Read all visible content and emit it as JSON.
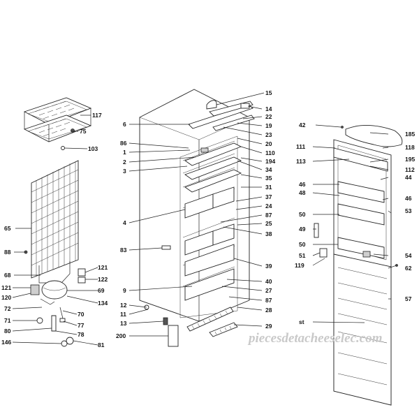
{
  "labels": {
    "l117": "117",
    "l75": "75",
    "l103": "103",
    "l65": "65",
    "l88": "88",
    "l68": "68",
    "l121a": "121",
    "l122": "122",
    "l121b": "121",
    "l120": "120",
    "l69": "69",
    "l134": "134",
    "l72": "72",
    "l70": "70",
    "l71": "71",
    "l77": "77",
    "l80": "80",
    "l78": "78",
    "l146": "146",
    "l81": "81",
    "l15": "15",
    "l14": "14",
    "l6": "6",
    "l22": "22",
    "l19": "19",
    "l86": "86",
    "l23": "23",
    "l20": "20",
    "l1": "1",
    "l110": "110",
    "l2": "2",
    "l194": "194",
    "l3": "3",
    "l34": "34",
    "l35": "35",
    "l31": "31",
    "l37": "37",
    "l4": "4",
    "l24": "24",
    "l87a": "87",
    "l25": "25",
    "l38": "38",
    "l83": "83",
    "l39": "39",
    "l9": "9",
    "l40": "40",
    "l27": "27",
    "l87b": "87",
    "l12": "12",
    "l28": "28",
    "l11": "11",
    "l13": "13",
    "l29": "29",
    "l200": "200",
    "l42": "42",
    "l185": "185",
    "l111": "111",
    "l118": "118",
    "l195": "195",
    "l113": "113",
    "l112": "112",
    "l44": "44",
    "l46a": "46",
    "l48": "48",
    "l46b": "46",
    "l53": "53",
    "l50a": "50",
    "l49": "49",
    "l50b": "50",
    "l54": "54",
    "l51": "51",
    "l119": "119",
    "l62": "62",
    "l57": "57",
    "lst": "st"
  },
  "watermark": "piecesdetacheeselec.com"
}
